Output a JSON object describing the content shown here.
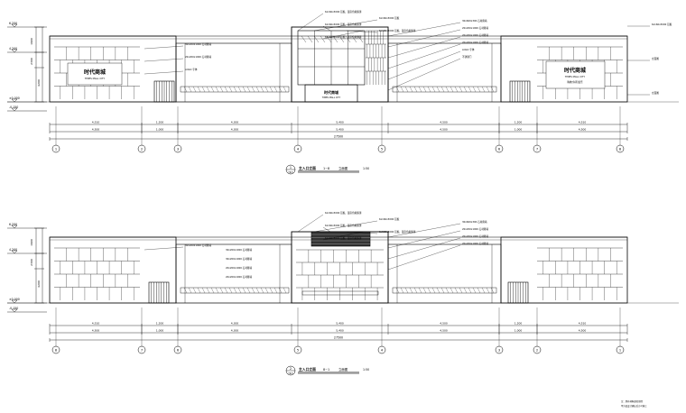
{
  "elevation_top": {
    "title_number": "1",
    "title_sheet": "YR-5",
    "title_cn": "主入口立面",
    "axis_range_number": "1~8",
    "axis_range_suffix": "立面图",
    "scale": "1:50",
    "level_labels": [
      "6.250",
      "4.200",
      "±0.000",
      "-0.150"
    ],
    "left_dims": [
      "1900",
      "2300",
      "4200"
    ],
    "dim_row1": [
      "4,510",
      "1,200",
      "4,300",
      "5,400",
      "4,500",
      "1,200",
      "4,510"
    ],
    "dim_row2": [
      "4,500",
      "1,000",
      "4,300",
      "5,400",
      "4,500",
      "1,000",
      "4,500"
    ],
    "overall": "27500",
    "axes": [
      "1",
      "2",
      "3",
      "4",
      "5",
      "6",
      "7",
      "8"
    ],
    "sign_left": "时代商城",
    "sign_left_en": "TIMES MALL CITY",
    "sign_center": "时代商城",
    "sign_center_en": "TIMES MALL CITY",
    "sign_right": "时代商城",
    "sign_right_en": "TIMES MALL CITY",
    "sign_right_sub": "购物 休闲 娱乐",
    "notes_top": [
      "6x160x3000 铝板，银灰色氟碳漆",
      "6x160x3000 铝板",
      "6x160x3000 铝板，银灰色氟碳漆",
      "6x160x3000 铝板，银灰色氟碳漆",
      "6x160x3000 铝板，银灰色氟碳漆"
    ],
    "notes_right": [
      "30x600x300 石材幕墙",
      "20x200x1000 石材幕墙",
      "20x200x1000 石材幕墙",
      "20x200x1000 石材幕墙",
      "LOGO 字体",
      "不锈钢门"
    ],
    "notes_left": [
      "30x200x1000 石材幕墙",
      "20x200x1000 石材幕墙",
      "LOGO 字体"
    ],
    "note_far_right": [
      "6x160x3000 铝板",
      "立面图",
      "立面图"
    ]
  },
  "elevation_bottom": {
    "title_number": "2",
    "title_sheet": "YR-5",
    "title_cn": "主入口立面",
    "axis_range_number": "8~1",
    "axis_range_suffix": "立面图",
    "scale": "1:50",
    "level_labels": [
      "6.250",
      "4.200",
      "±0.000",
      "-0.150"
    ],
    "left_dims": [
      "1900",
      "2300",
      "4200"
    ],
    "dim_row1": [
      "4,510",
      "1,200",
      "4,300",
      "5,400",
      "4,500",
      "1,200",
      "4,510"
    ],
    "dim_row2": [
      "4,500",
      "1,000",
      "4,300",
      "5,400",
      "4,500",
      "1,000",
      "4,500"
    ],
    "overall": "27500",
    "axes": [
      "8",
      "7",
      "6",
      "5",
      "4",
      "3",
      "2",
      "1"
    ],
    "notes_top": [
      "6x160x3000 铝板，银灰色氟碳漆",
      "6x160x3000 铝板",
      "6x160x3000 铝板，银灰色氟碳漆",
      "6x160x3000 铝板，银灰色氟碳漆",
      "6x160x3000 铝板，银灰色氟碳漆"
    ],
    "notes_center": [
      "30x200x1000 石材幕墙",
      "30x200x1000 石材幕墙",
      "20x200x1000 石材幕墙",
      "20x200x1000 石材幕墙"
    ],
    "notes_right": [
      "30x600x300 石材幕墙",
      "20x200x1000 石材幕墙",
      "20x200x1000 石材幕墙",
      "20x200x1000 石材幕墙"
    ],
    "notes_left": [
      "30x200x1000 石材幕墙"
    ]
  },
  "footer_note": [
    "注：所有材料颜色须经",
    "甲方及设计确认后方可施工"
  ]
}
